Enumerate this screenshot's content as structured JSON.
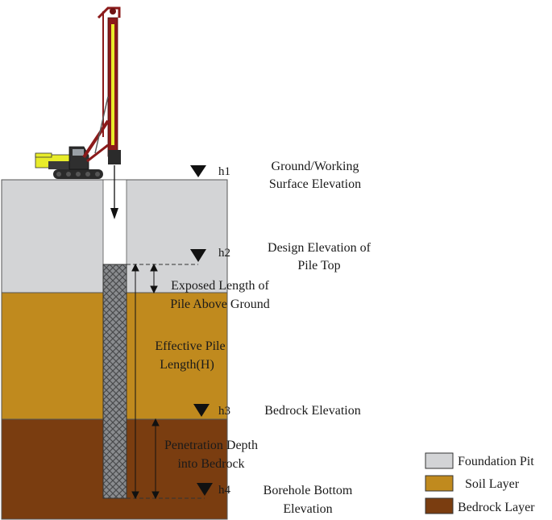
{
  "elevations": {
    "h1": {
      "marker": "h1",
      "label_lines": [
        "Ground/Working",
        "Surface Elevation"
      ]
    },
    "h2": {
      "marker": "h2",
      "label_lines": [
        "Design Elevation of",
        "Pile Top"
      ]
    },
    "h3": {
      "marker": "h3",
      "label_lines": [
        "Bedrock Elevation"
      ]
    },
    "h4": {
      "marker": "h4",
      "label_lines": [
        "Borehole Bottom",
        "Elevation"
      ]
    }
  },
  "dimensions": {
    "exposed": [
      "Exposed Length of",
      "Pile Above Ground"
    ],
    "effective": [
      "Effective Pile",
      "Length(H)"
    ],
    "penetration": [
      "Penetration Depth",
      "into Bedrock"
    ]
  },
  "legend": [
    {
      "label": "Foundation Pit",
      "color": "#d3d4d6"
    },
    {
      "label": "Soil Layer",
      "color": "#c08a1e"
    },
    {
      "label": "Bedrock Layer",
      "color": "#7a3d10"
    }
  ],
  "colors": {
    "pit": "#d3d4d6",
    "soil": "#c08a1e",
    "bedrock": "#7a3d10",
    "pile": "#7d7f82",
    "rig_mast": "#8b1a1a",
    "rig_cab": "#e8ec2a",
    "track": "#2b2b2b"
  }
}
